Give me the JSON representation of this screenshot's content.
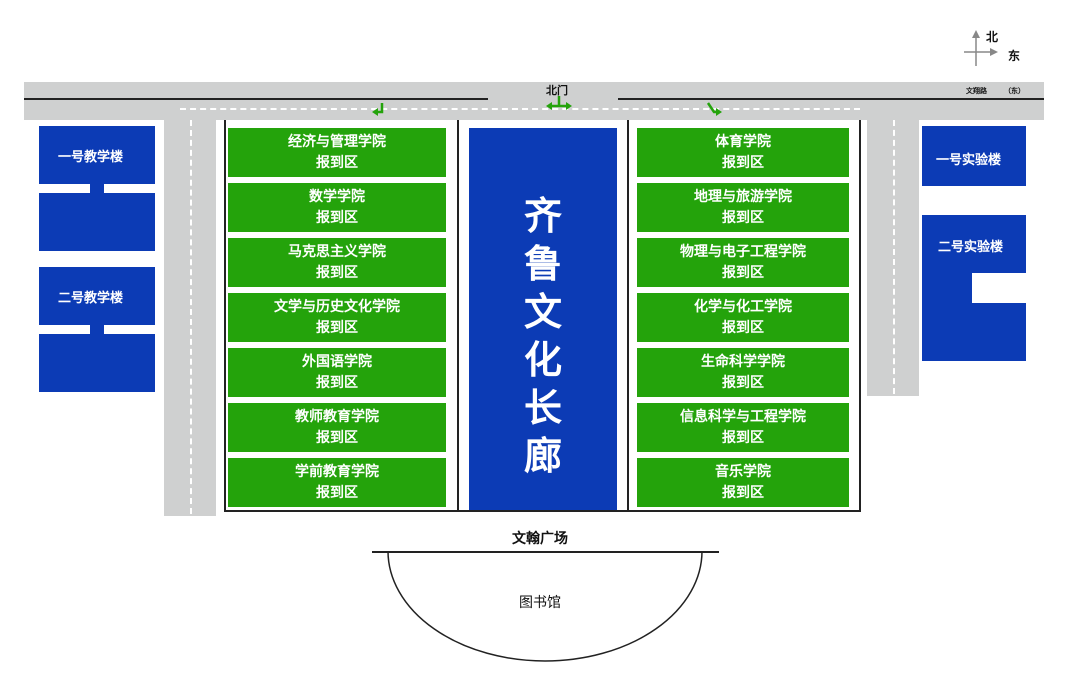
{
  "compass": {
    "north": "北",
    "east": "东"
  },
  "road": {
    "north_gate": "北门",
    "road_name": "文翔路",
    "road_suffix": "（东）"
  },
  "left_buildings": [
    {
      "name": "一号教学楼"
    },
    {
      "name": "二号教学楼"
    }
  ],
  "right_buildings": [
    {
      "name": "一号实验楼"
    },
    {
      "name": "二号实验楼"
    }
  ],
  "left_column": [
    {
      "name": "经济与管理学院",
      "sub": "报到区"
    },
    {
      "name": "数学学院",
      "sub": "报到区"
    },
    {
      "name": "马克思主义学院",
      "sub": "报到区"
    },
    {
      "name": "文学与历史文化学院",
      "sub": "报到区"
    },
    {
      "name": "外国语学院",
      "sub": "报到区"
    },
    {
      "name": "教师教育学院",
      "sub": "报到区"
    },
    {
      "name": "学前教育学院",
      "sub": "报到区"
    }
  ],
  "right_column": [
    {
      "name": "体育学院",
      "sub": "报到区"
    },
    {
      "name": "地理与旅游学院",
      "sub": "报到区"
    },
    {
      "name": "物理与电子工程学院",
      "sub": "报到区"
    },
    {
      "name": "化学与化工学院",
      "sub": "报到区"
    },
    {
      "name": "生命科学学院",
      "sub": "报到区"
    },
    {
      "name": "信息科学与工程学院",
      "sub": "报到区"
    },
    {
      "name": "音乐学院",
      "sub": "报到区"
    }
  ],
  "corridor": {
    "chars": [
      "齐",
      "鲁",
      "文",
      "化",
      "长",
      "廊"
    ]
  },
  "plaza": "文翰广场",
  "library": "图书馆",
  "colors": {
    "road": "#cfd0d0",
    "building": "#0c3bb5",
    "zone": "#24a30b",
    "arrow": "#24a30b"
  }
}
